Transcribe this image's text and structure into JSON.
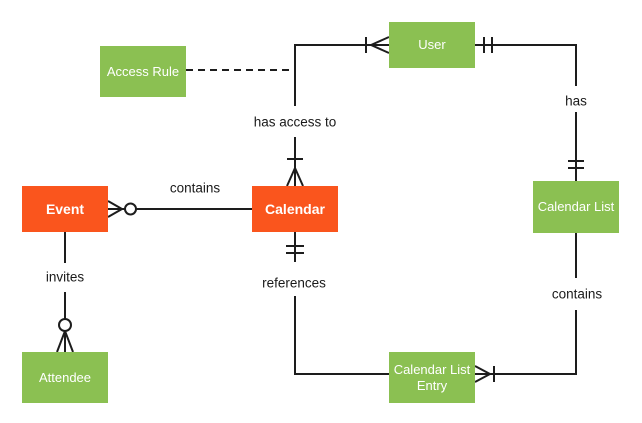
{
  "diagram": {
    "type": "crows-foot entity-relationship diagram",
    "entities": [
      {
        "id": "event",
        "label": "Event",
        "color": "orange"
      },
      {
        "id": "calendar",
        "label": "Calendar",
        "color": "orange"
      },
      {
        "id": "user",
        "label": "User",
        "color": "green"
      },
      {
        "id": "access-rule",
        "label": "Access Rule",
        "color": "green"
      },
      {
        "id": "calendar-list",
        "label": "Calendar List",
        "color": "green"
      },
      {
        "id": "attendee",
        "label": "Attendee",
        "color": "green"
      },
      {
        "id": "calendar-list-entry",
        "label": "Calendar List Entry",
        "color": "green"
      }
    ],
    "relationships": [
      {
        "label": "has access to",
        "from": "Calendar",
        "to": "User",
        "from_end": "one-or-many",
        "to_end": "one-or-many",
        "style": "solid"
      },
      {
        "label": "has",
        "from": "User",
        "to": "Calendar List",
        "from_end": "one-and-only-one",
        "to_end": "one-and-only-one",
        "style": "solid"
      },
      {
        "label": "contains",
        "from": "Calendar",
        "to": "Event",
        "to_end": "zero-or-many",
        "style": "solid"
      },
      {
        "label": "invites",
        "from": "Event",
        "to": "Attendee",
        "to_end": "zero-or-many",
        "style": "solid"
      },
      {
        "label": "references",
        "from": "Calendar",
        "to": "Calendar List Entry",
        "from_end": "one-and-only-one",
        "style": "solid"
      },
      {
        "label": "contains",
        "from": "Calendar List",
        "to": "Calendar List Entry",
        "to_end": "one-or-many",
        "style": "solid"
      },
      {
        "label": "",
        "from": "Access Rule",
        "to": "has access to relationship line",
        "style": "dashed"
      }
    ]
  },
  "colors": {
    "entity_green": "#8BC052",
    "entity_orange": "#FA551D",
    "entity_text": "#FFFFFF",
    "line": "#1D1D1D",
    "label_text": "#1A1A1A",
    "background": "#FFFFFF"
  }
}
